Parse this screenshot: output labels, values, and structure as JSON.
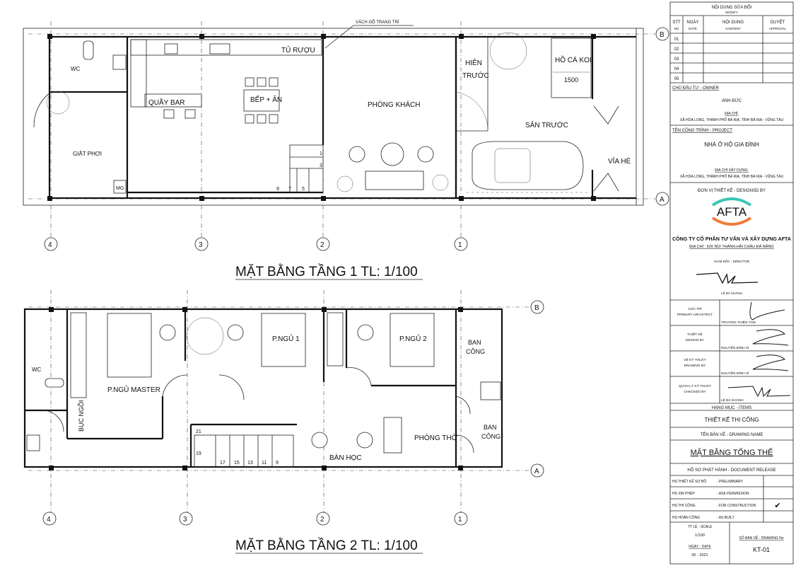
{
  "plan1": {
    "title": "MẶT BẰNG TẦNG 1 TL: 1/100",
    "callout": "VÁCH GỖ TRANG TRÍ",
    "rooms": {
      "wc": "WC",
      "giat_phoi": "GIẶT PHƠI",
      "mg": "MG",
      "quay_bar": "QUẦY BAR",
      "tu_ruou": "TỦ RƯỢU",
      "bep_an": "BẾP + ĂN",
      "phong_khach": "PHÒNG KHÁCH",
      "hien_truoc_1": "HIÊN",
      "hien_truoc_2": "TRƯỚC",
      "ho_ca_koi": "HỒ CÁ KOI",
      "dim_1500": "1500",
      "san_truoc": "SÂN TRƯỚC",
      "via_he": "VỈA HÈ"
    },
    "stair_numbers": [
      "1",
      "3",
      "9",
      "7",
      "5"
    ]
  },
  "plan2": {
    "title": "MẶT BẰNG TẦNG 2 TL: 1/100",
    "rooms": {
      "wc": "WC",
      "buc_ngoi": "BỤC NGỒI",
      "pngu_master": "P.NGỦ MASTER",
      "pngu1": "P.NGỦ 1",
      "pngu2": "P.NGỦ 2",
      "ban_cong_1a": "BAN",
      "ban_cong_1b": "CÔNG",
      "phong_tho": "PHÒNG THỜ",
      "ban_cong_2a": "BAN",
      "ban_cong_2b": "CÔNG",
      "ban_hoc": "BÀN HỌC"
    },
    "stair_numbers": [
      "21",
      "19",
      "17",
      "15",
      "13",
      "11",
      "9"
    ]
  },
  "grid": {
    "cols": [
      "4",
      "3",
      "2",
      "1"
    ],
    "rows": [
      "B",
      "A"
    ]
  },
  "title_block": {
    "modify_title": "NỘI DUNG SỬA ĐỔI",
    "modify_sub": "MODIFY",
    "headers": {
      "stt": "STT",
      "no": "NO",
      "ngay": "NGÀY",
      "date": "DATE",
      "noidung": "NỘI DUNG",
      "content": "CONTENT",
      "duyet": "DUYỆT",
      "approval": "APPROVAL"
    },
    "rows": [
      "01",
      "02",
      "03",
      "04",
      "05"
    ],
    "owner_label": "CHỦ ĐẦU TƯ - OWNER",
    "owner_name": "ANH ĐỨC",
    "address_label": "ĐỊA CHỈ:",
    "owner_address": "XÃ HÒA LONG, THÀNH PHỐ BÀ RỊA, TỈNH BÀ RỊA - VŨNG TÀU",
    "project_label": "TÊN CÔNG TRÌNH - PROJECT",
    "project_name": "NHÀ Ở HỘ GIA ĐÌNH",
    "site_address_label": "ĐỊA CHỈ XÂY DỰNG:",
    "site_address": "XÃ HÒA LONG, THÀNH PHỐ BÀ RỊA, TỈNH BÀ RỊA - VŨNG TÀU",
    "designer_label": "ĐƠN VỊ THIẾT KẾ - DESIGNSD BY",
    "logo_text": "AFTA",
    "company": "CÔNG TY CỔ PHẦN TƯ VẤN VÀ XÂY DỰNG AFTA",
    "company_address": "ĐỊA CHỈ : 626 NÚI THÀNH,HẢI CHÂU ĐÀ NẴNG",
    "director_label": "GIÁM ĐỐC - DIRECTOR",
    "director_name": "LÊ BÁ KHÁNH",
    "staff": [
      {
        "role": "CHỦ TRÌ",
        "role_en": "PRIMARY ARCHITECT",
        "name": "TRƯƠNG THIỆN TÂM"
      },
      {
        "role": "THIẾT KẾ",
        "role_en": "DESIGN BY",
        "name": "NGUYỄN ĐÌNH SĨ"
      },
      {
        "role": "VẼ KỸ THUẬT",
        "role_en": "DRAWING BY",
        "name": "NGUYỄN ĐÌNH SĨ"
      },
      {
        "role": "QUẢN LÝ KỸ THUẬT",
        "role_en": "CHECKED BY",
        "name": "LÊ BÁ KHÁNH"
      }
    ],
    "items_label": "HẠNG MỤC - ITEMS",
    "items_value": "THIẾT KẾ THI CÔNG",
    "drawing_name_label": "TÊN BẢN VẼ - DRAWING NAME",
    "drawing_name": "MẶT BẰNG TỔNG THỂ",
    "release_label": "HỒ SƠ PHÁT HÀNH - DOCUMENT RELEASE",
    "release": [
      {
        "vn": "HS THIẾT KẾ SƠ BỘ",
        "en": "- PRELIMINARY",
        "check": ""
      },
      {
        "vn": "HS XIN PHÉP",
        "en": "- ASK PERMISSION",
        "check": ""
      },
      {
        "vn": "HS THI CÔNG",
        "en": "- FOR CONSTRUCTION",
        "check": "✔"
      },
      {
        "vn": "HS HOÀN CÔNG",
        "en": "- AS BUILT",
        "check": ""
      }
    ],
    "scale_label": "TỶ LỆ - SCALE",
    "scale": "1/100",
    "date_label": "NGÀY - DATE",
    "date": "05 - 2021",
    "drawing_no_label": "SỐ BẢN VẼ - DRAWING No",
    "drawing_no": "KT-01"
  }
}
